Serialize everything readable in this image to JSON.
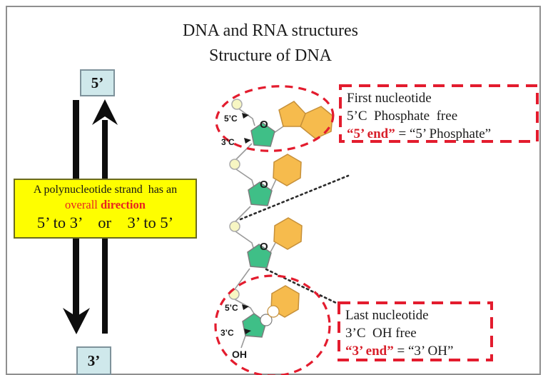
{
  "title": {
    "line1": "DNA and RNA structures",
    "line2": "Structure of DNA"
  },
  "direction_panel": {
    "top_label": "5’",
    "bottom_label": "3’",
    "box_line1": "A polynucleotide strand  has an",
    "box_overall": "overall ",
    "box_direction": "direction",
    "box_line3": "5’ to 3’    or    3’ to 5’"
  },
  "diagram": {
    "labels": {
      "n1_5c": "5’C",
      "n1_3c": "3’C",
      "o1": "O",
      "o2": "O",
      "o3": "O",
      "n4_5c": "5’C",
      "n4_3c": "3’C",
      "oh": "OH"
    },
    "colors": {
      "sugar": "#3fbf87",
      "base": "#f6bb4d",
      "phosphate": "#f7f6c3",
      "annotation": "#e31c2e"
    }
  },
  "first_nucleotide_box": {
    "line1": "First nucleotide",
    "line2": "5’C  Phosphate  free",
    "line3_red": "“5’ end”",
    "line3_rest": " = “5’ Phosphate”"
  },
  "last_nucleotide_box": {
    "line1": "Last nucleotide",
    "line2": "3’C  OH free",
    "line3_red": "“3’ end”",
    "line3_rest": " = “3’ OH”"
  }
}
